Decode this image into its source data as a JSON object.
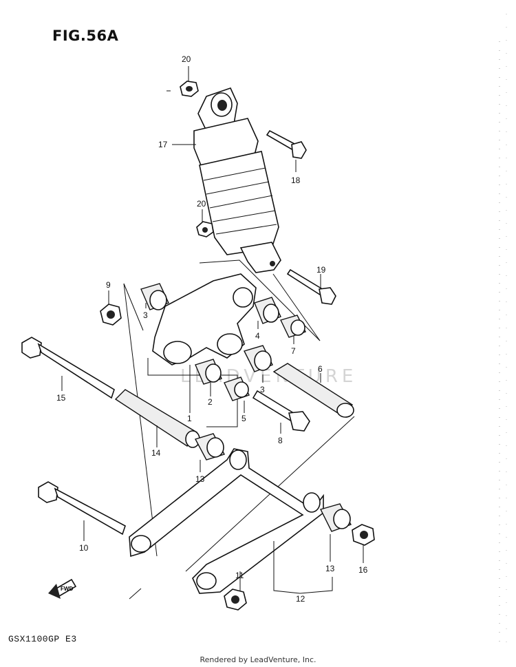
{
  "figure": {
    "title": "FIG.56A"
  },
  "model": "GSX1100GP  E3",
  "credit": "Rendered by LeadVenture, Inc.",
  "watermark": "LEADVENTURE",
  "fwd_label": "FWD",
  "callouts": [
    {
      "id": "c20a",
      "label": "20"
    },
    {
      "id": "c17",
      "label": "17"
    },
    {
      "id": "c18",
      "label": "18"
    },
    {
      "id": "c20b",
      "label": "20"
    },
    {
      "id": "c19",
      "label": "19"
    },
    {
      "id": "c9",
      "label": "9"
    },
    {
      "id": "c3a",
      "label": "3"
    },
    {
      "id": "c4",
      "label": "4"
    },
    {
      "id": "c7",
      "label": "7"
    },
    {
      "id": "c6",
      "label": "6"
    },
    {
      "id": "c15",
      "label": "15"
    },
    {
      "id": "c2",
      "label": "2"
    },
    {
      "id": "c3b",
      "label": "3"
    },
    {
      "id": "c1",
      "label": "1"
    },
    {
      "id": "c5",
      "label": "5"
    },
    {
      "id": "c8",
      "label": "8"
    },
    {
      "id": "c14",
      "label": "14"
    },
    {
      "id": "c13a",
      "label": "13"
    },
    {
      "id": "c10",
      "label": "10"
    },
    {
      "id": "c11",
      "label": "11"
    },
    {
      "id": "c13b",
      "label": "13"
    },
    {
      "id": "c16",
      "label": "16"
    },
    {
      "id": "c12",
      "label": "12"
    }
  ]
}
